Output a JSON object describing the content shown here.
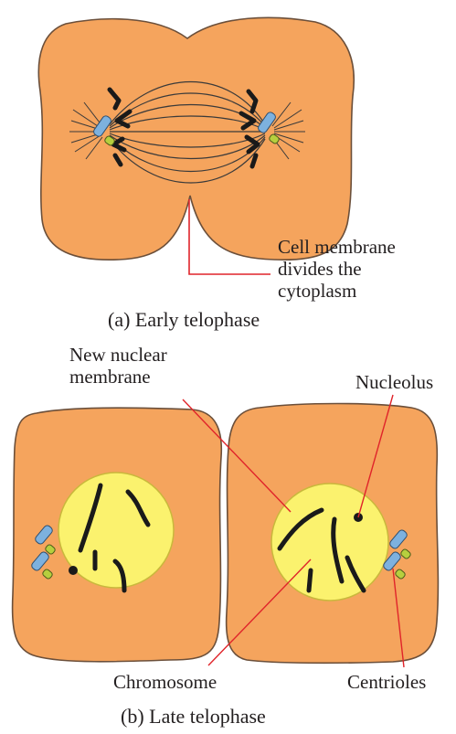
{
  "colors": {
    "cytoplasm": "#f5a45d",
    "cell_outline": "#6b4f3a",
    "nucleus": "#fbf26e",
    "chromosome": "#1a1a1a",
    "spindle_fiber": "#3a3a3a",
    "leader_line": "#e0242a",
    "centriole_blue": "#7db1de",
    "centriole_green": "#b6cf3e"
  },
  "panel_a": {
    "label_membrane": [
      "Cell membrane",
      "divides the",
      "cytoplasm"
    ],
    "caption": "(a)  Early telophase"
  },
  "panel_b": {
    "label_nuclear_membrane": [
      "New nuclear",
      "membrane"
    ],
    "label_nucleolus": "Nucleolus",
    "label_chromosome": "Chromosome",
    "label_centrioles": "Centrioles",
    "caption": "(b)  Late telophase"
  }
}
